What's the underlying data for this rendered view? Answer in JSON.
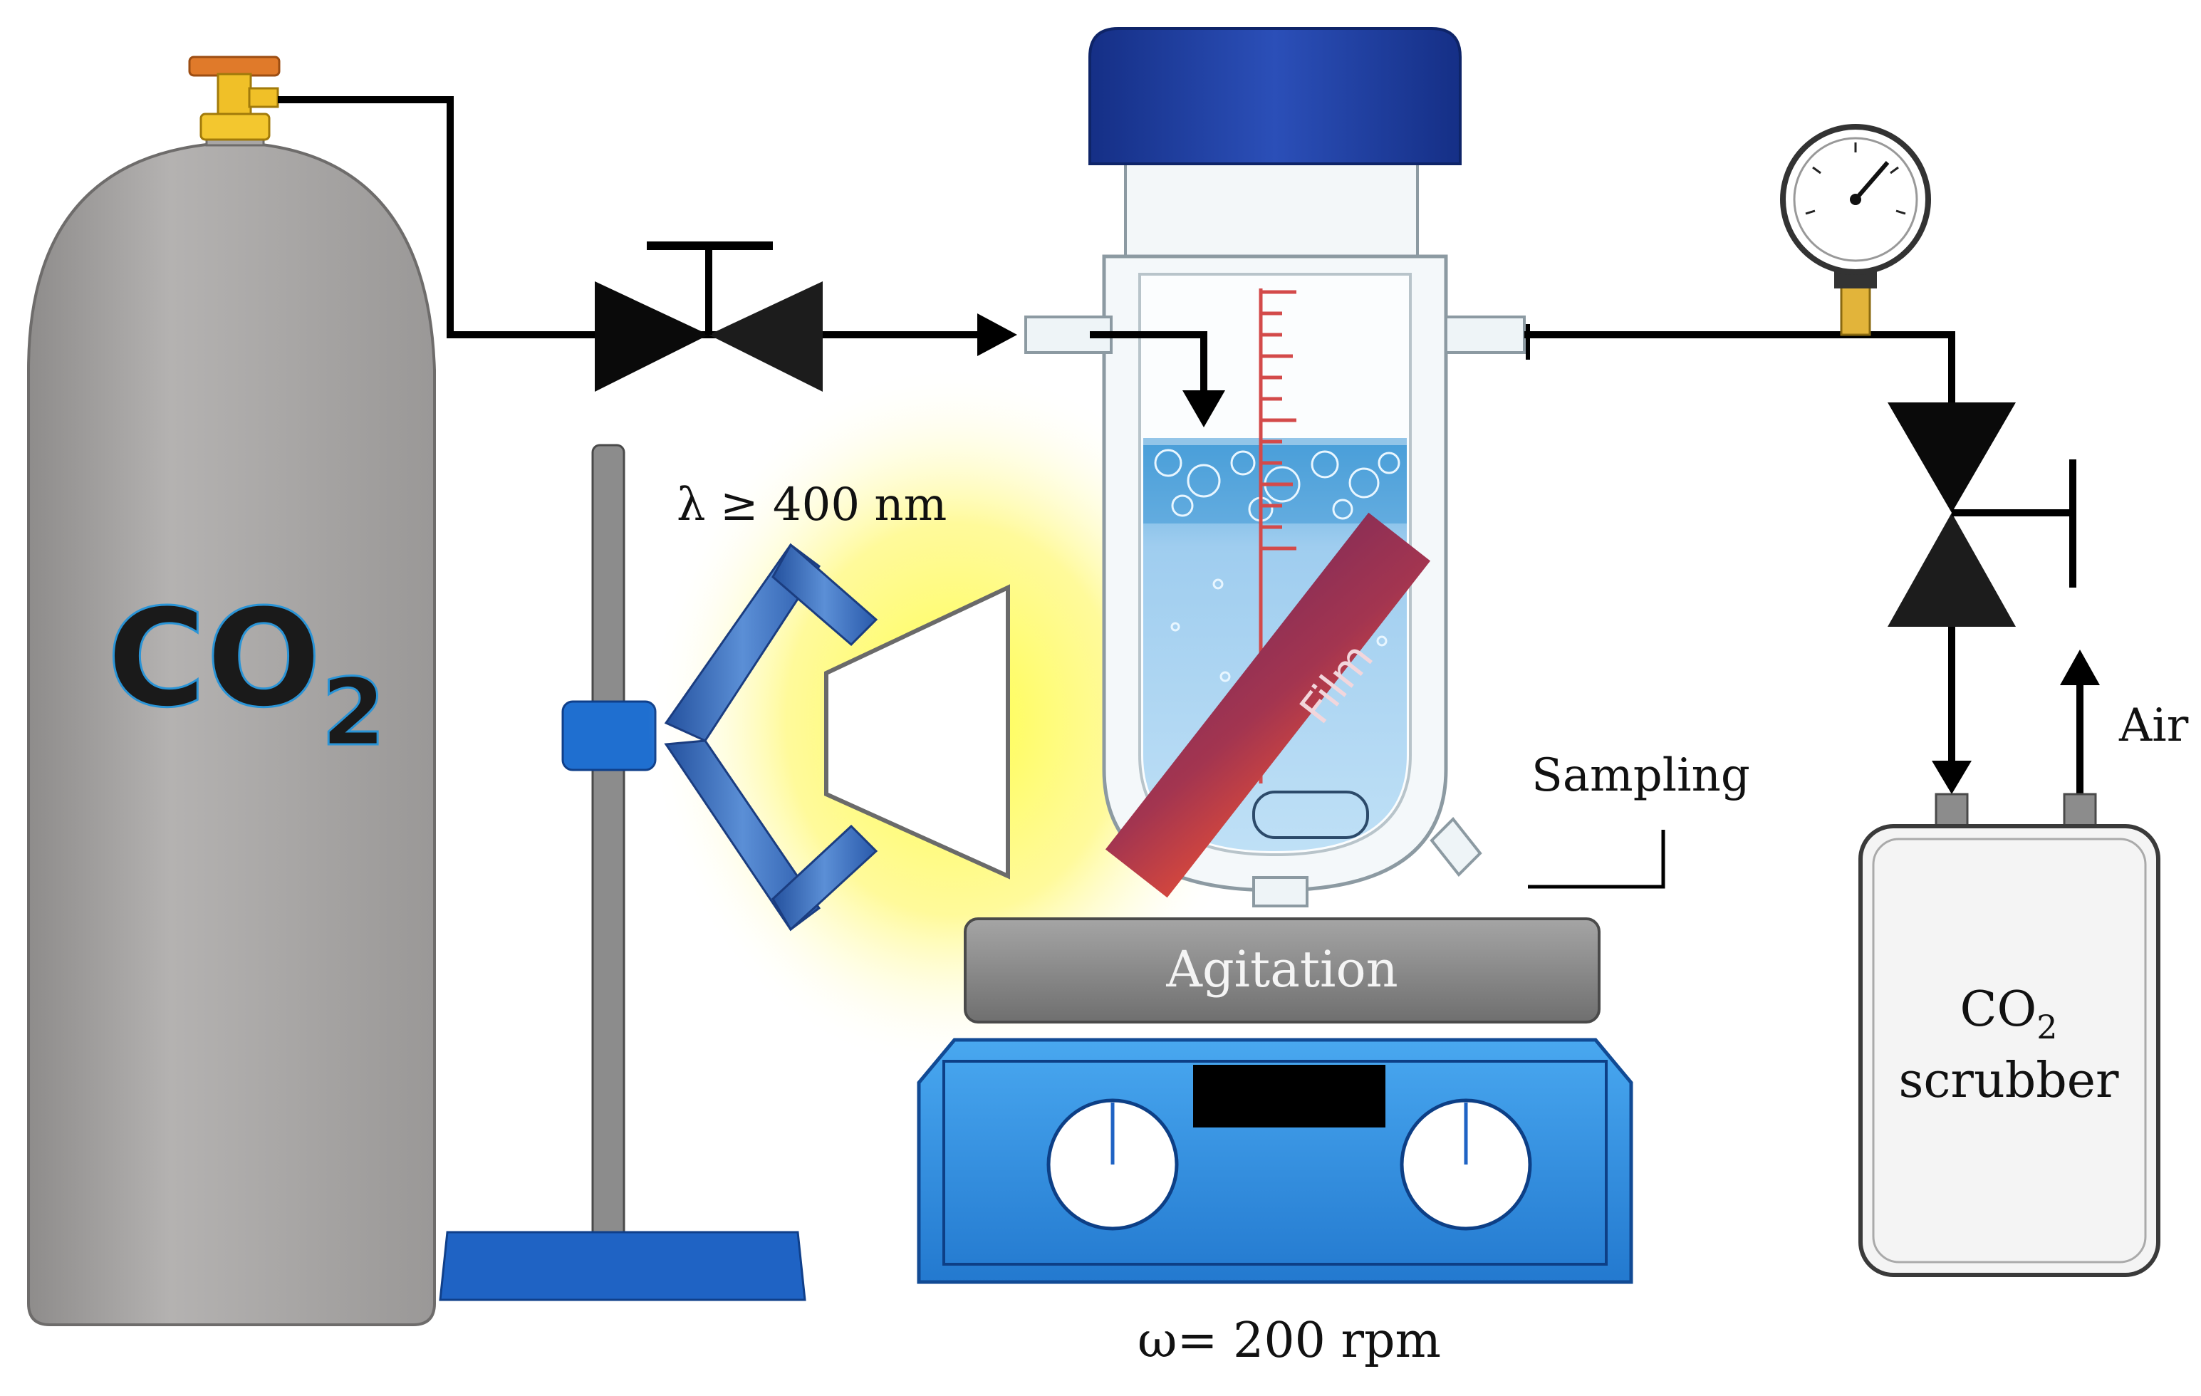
{
  "labels": {
    "cylinder_main": "CO",
    "cylinder_sub": "2",
    "wavelength": "λ ≥ 400 nm",
    "film": "Film",
    "sampling": "Sampling",
    "agitation": "Agitation",
    "speed": "ω= 200 rpm",
    "air": "Air",
    "scrubber_main": "CO",
    "scrubber_sub": "2",
    "scrubber_word": "scrubber"
  },
  "colors": {
    "cylinder": "#a7a5a4",
    "cap_blue": "#1f3f9e",
    "stirrer_blue": "#2f8fe0",
    "lamp_blue": "#2e62b4",
    "stand_blue": "#1f63c4",
    "water": "#a9d3ef",
    "film": "#a3344e",
    "light_yellow": "#fff36a",
    "agitation_plate": "#8a8a8a"
  },
  "icons": {
    "cylinder_valve": "valve-handle-icon",
    "needle_valve": "valve-icon",
    "pressure_gauge": "gauge-icon"
  }
}
